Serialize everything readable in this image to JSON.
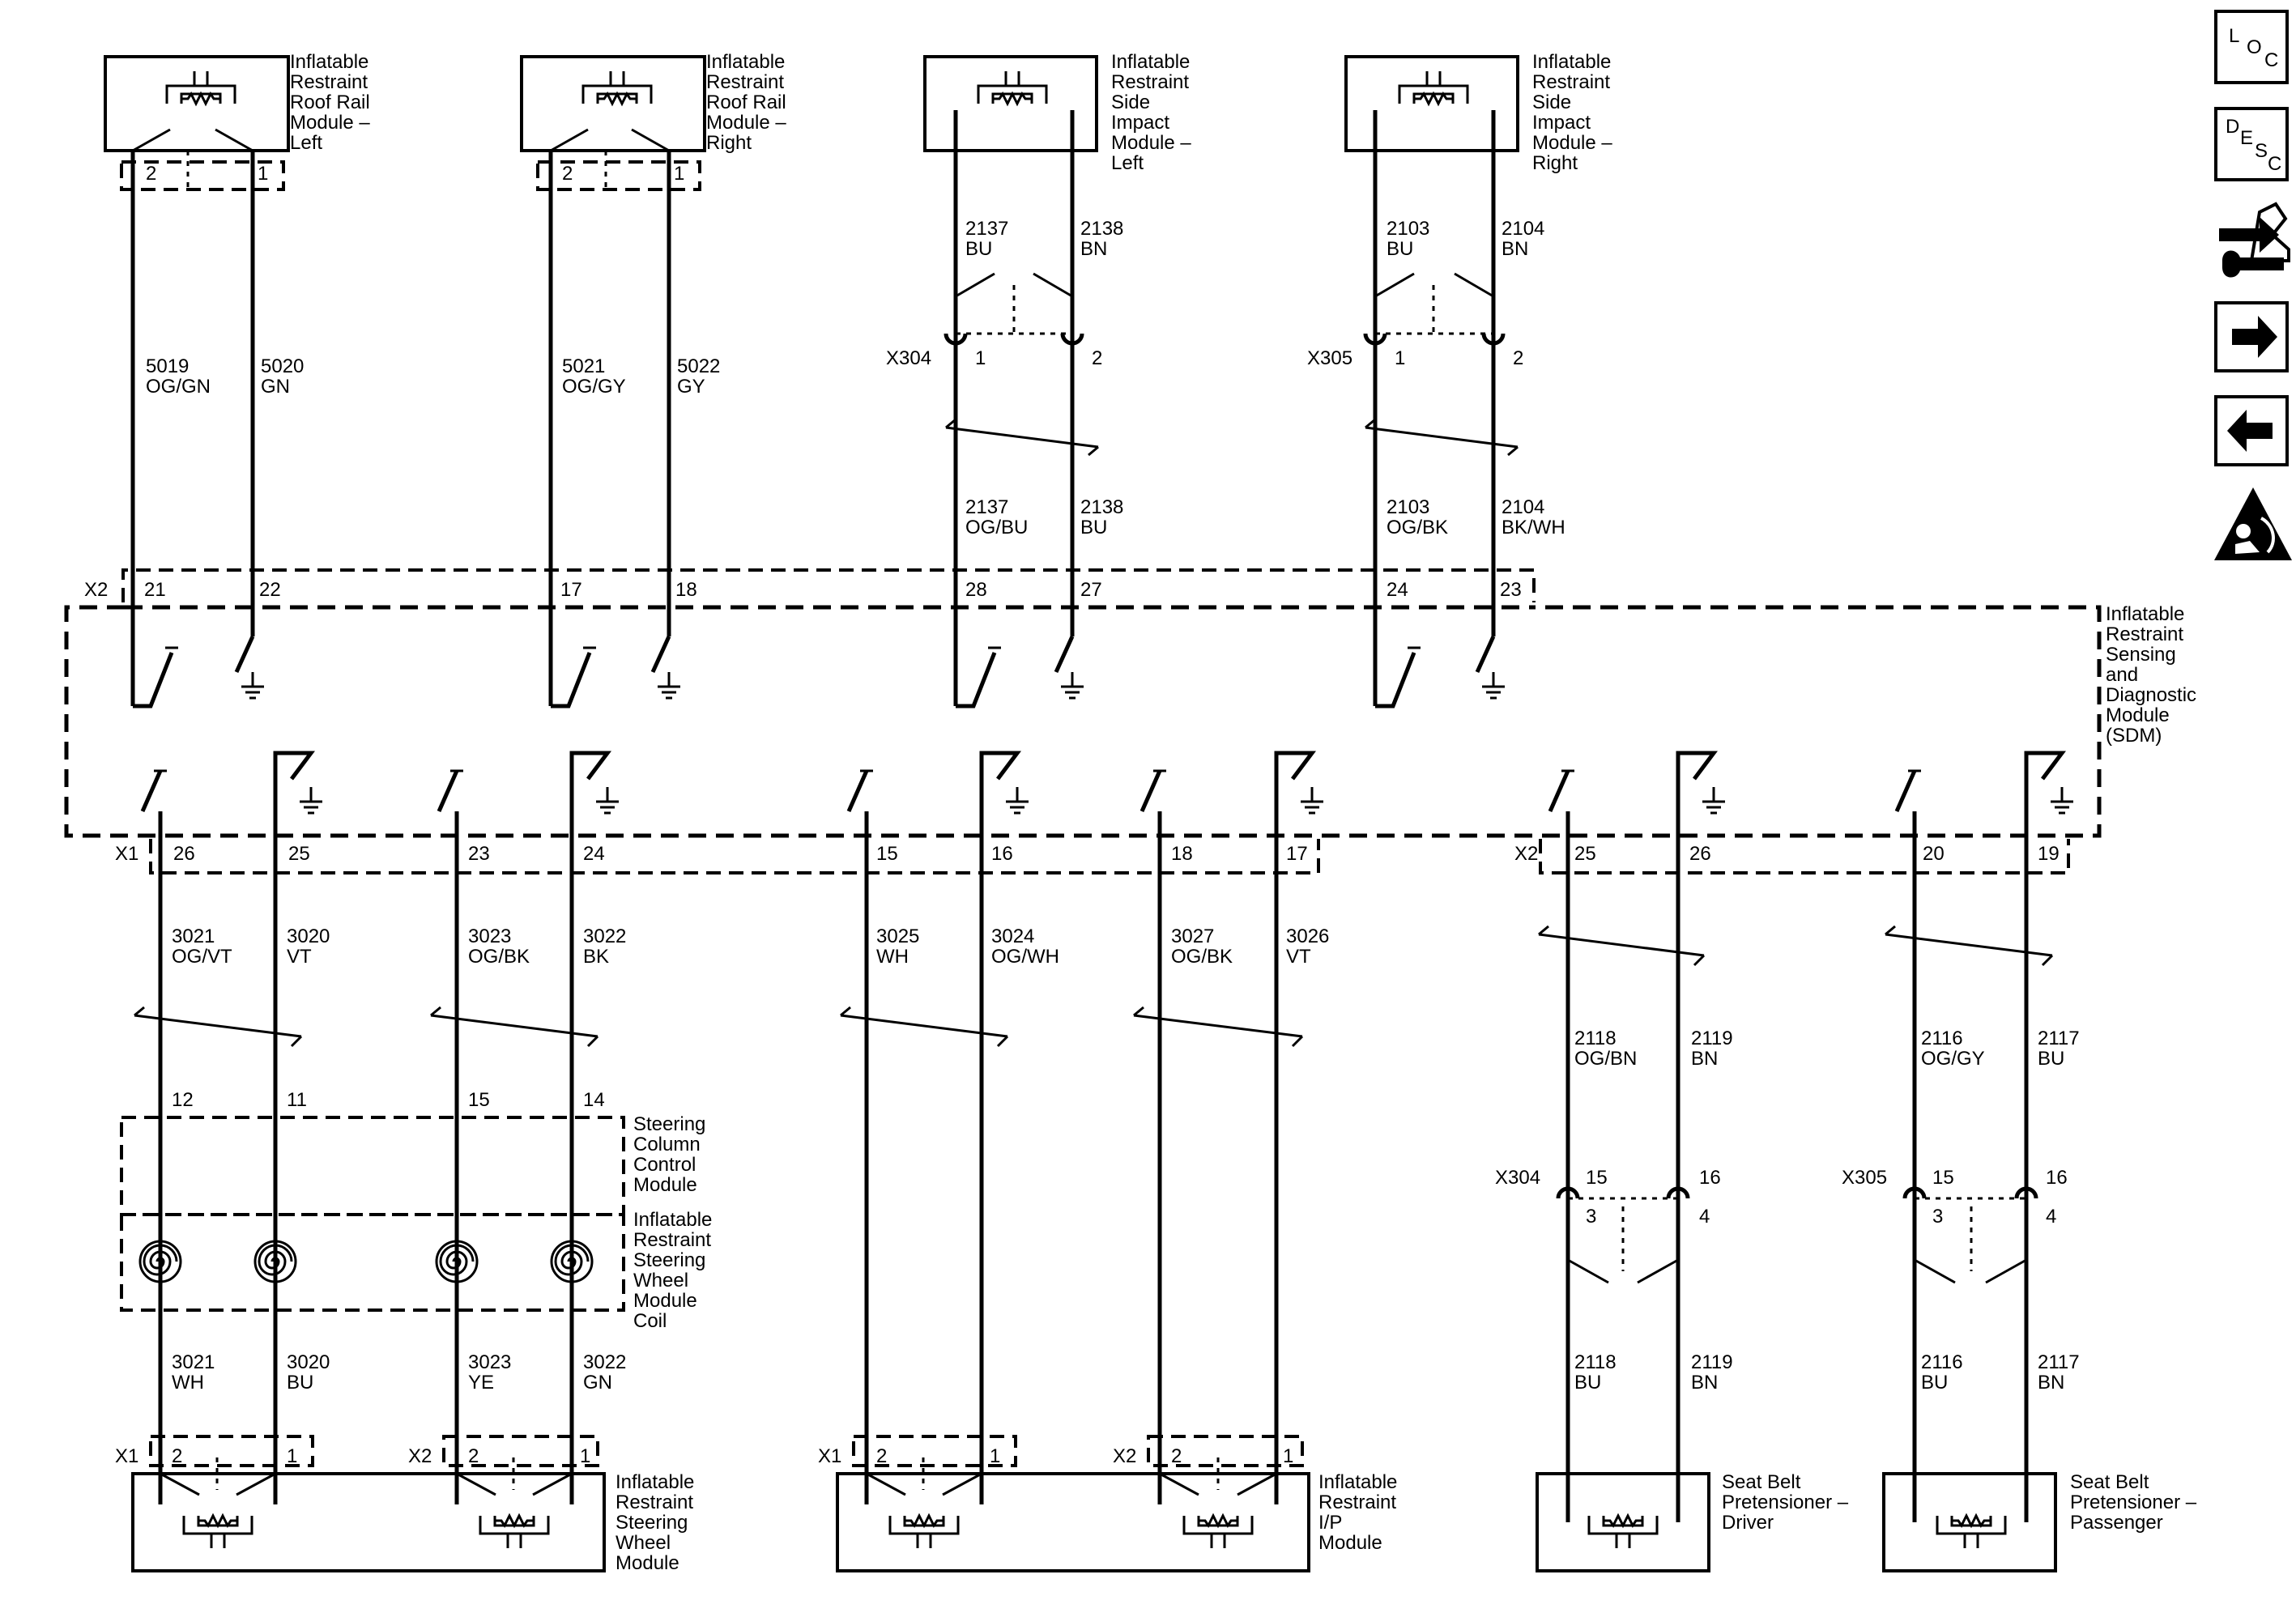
{
  "modules": {
    "roof_rail_left": [
      "Inflatable",
      "Restraint",
      "Roof Rail",
      "Module –",
      "Left"
    ],
    "roof_rail_right": [
      "Inflatable",
      "Restraint",
      "Roof Rail",
      "Module –",
      "Right"
    ],
    "side_impact_left": [
      "Inflatable",
      "Restraint",
      "Side",
      "Impact",
      "Module –",
      "Left"
    ],
    "side_impact_right": [
      "Inflatable",
      "Restraint",
      "Side",
      "Impact",
      "Module –",
      "Right"
    ],
    "sdm": [
      "Inflatable",
      "Restraint",
      "Sensing",
      "and",
      "Diagnostic",
      "Module",
      "(SDM)"
    ],
    "steering_column": [
      "Steering",
      "Column",
      "Control",
      "Module"
    ],
    "steering_wheel_coil": [
      "Inflatable",
      "Restraint",
      "Steering",
      "Wheel",
      "Module",
      "Coil"
    ],
    "steering_wheel_module": [
      "Inflatable",
      "Restraint",
      "Steering",
      "Wheel",
      "Module"
    ],
    "ip_module": [
      "Inflatable",
      "Restraint",
      "I/P",
      "Module"
    ],
    "pretensioner_driver": [
      "Seat Belt",
      "Pretensioner –",
      "Driver"
    ],
    "pretensioner_passenger": [
      "Seat Belt",
      "Pretensioner –",
      "Passenger"
    ]
  },
  "connectors": {
    "x1": "X1",
    "x2": "X2",
    "x304": "X304",
    "x305": "X305"
  },
  "pins": {
    "rrl_a": "2",
    "rrl_b": "1",
    "rrr_a": "2",
    "rrr_b": "1",
    "x304_top_a": "1",
    "x304_top_b": "2",
    "x305_top_a": "1",
    "x305_top_b": "2",
    "sdm_x2_a": "21",
    "sdm_x2_b": "22",
    "sdm_x2_c": "17",
    "sdm_x2_d": "18",
    "sdm_x2_e": "28",
    "sdm_x2_f": "27",
    "sdm_x2_g": "24",
    "sdm_x2_h": "23",
    "sdm_x1_a": "26",
    "sdm_x1_b": "25",
    "sdm_x1_c": "23",
    "sdm_x1_d": "24",
    "sdm_x1_e": "15",
    "sdm_x1_f": "16",
    "sdm_x1_g": "18",
    "sdm_x1_h": "17",
    "sdm_x2b_a": "25",
    "sdm_x2b_b": "26",
    "sdm_x2b_c": "20",
    "sdm_x2b_d": "19",
    "sccm_a": "12",
    "sccm_b": "11",
    "sccm_c": "15",
    "sccm_d": "14",
    "x304_bot_a": "15",
    "x304_bot_b": "16",
    "x304_bot_c": "3",
    "x304_bot_d": "4",
    "x305_bot_a": "15",
    "x305_bot_b": "16",
    "x305_bot_c": "3",
    "x305_bot_d": "4",
    "swm_x1_a": "2",
    "swm_x1_b": "1",
    "swm_x2_a": "2",
    "swm_x2_b": "1",
    "ip_x1_a": "2",
    "ip_x1_b": "1",
    "ip_x2_a": "2",
    "ip_x2_b": "1"
  },
  "wires": {
    "w5019": [
      "5019",
      "OG/GN"
    ],
    "w5020": [
      "5020",
      "GN"
    ],
    "w5021": [
      "5021",
      "OG/GY"
    ],
    "w5022": [
      "5022",
      "GY"
    ],
    "w2137a": [
      "2137",
      "BU"
    ],
    "w2138a": [
      "2138",
      "BN"
    ],
    "w2103a": [
      "2103",
      "BU"
    ],
    "w2104a": [
      "2104",
      "BN"
    ],
    "w2137b": [
      "2137",
      "OG/BU"
    ],
    "w2138b": [
      "2138",
      "BU"
    ],
    "w2103b": [
      "2103",
      "OG/BK"
    ],
    "w2104b": [
      "2104",
      "BK/WH"
    ],
    "w3021a": [
      "3021",
      "OG/VT"
    ],
    "w3020a": [
      "3020",
      "VT"
    ],
    "w3023a": [
      "3023",
      "OG/BK"
    ],
    "w3022a": [
      "3022",
      "BK"
    ],
    "w3025": [
      "3025",
      "WH"
    ],
    "w3024": [
      "3024",
      "OG/WH"
    ],
    "w3027": [
      "3027",
      "OG/BK"
    ],
    "w3026": [
      "3026",
      "VT"
    ],
    "w2118a": [
      "2118",
      "OG/BN"
    ],
    "w2119a": [
      "2119",
      "BN"
    ],
    "w2116a": [
      "2116",
      "OG/GY"
    ],
    "w2117a": [
      "2117",
      "BU"
    ],
    "w3021b": [
      "3021",
      "WH"
    ],
    "w3020b": [
      "3020",
      "BU"
    ],
    "w3023b": [
      "3023",
      "YE"
    ],
    "w3022b": [
      "3022",
      "GN"
    ],
    "w2118b": [
      "2118",
      "BU"
    ],
    "w2119b": [
      "2119",
      "BN"
    ],
    "w2116b": [
      "2116",
      "BU"
    ],
    "w2117b": [
      "2117",
      "BN"
    ]
  },
  "nav": {
    "loc": [
      "L",
      "O",
      "C"
    ],
    "desc": [
      "D",
      "E",
      "S",
      "C"
    ],
    "icons": [
      "component-locator-icon",
      "description-icon",
      "connector-repair-icon",
      "next-page-arrow-icon",
      "previous-page-arrow-icon",
      "airbag-warning-icon"
    ]
  }
}
